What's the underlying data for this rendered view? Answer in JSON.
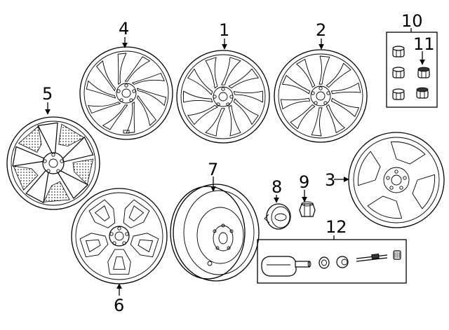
{
  "callouts": {
    "c1": "1",
    "c2": "2",
    "c3": "3",
    "c4": "4",
    "c5": "5",
    "c6": "6",
    "c7": "7",
    "c8": "8",
    "c9": "9",
    "c10": "10",
    "c11": "11",
    "c12": "12"
  },
  "parts": [
    {
      "number": "1",
      "icon": "alloy-wheel-split-spoke-icon"
    },
    {
      "number": "2",
      "icon": "alloy-wheel-multi-spoke-icon"
    },
    {
      "number": "3",
      "icon": "steel-wheel-icon"
    },
    {
      "number": "4",
      "icon": "alloy-wheel-twisted-spoke-icon"
    },
    {
      "number": "5",
      "icon": "alloy-wheel-five-blade-icon"
    },
    {
      "number": "6",
      "icon": "alloy-wheel-five-y-spoke-icon"
    },
    {
      "number": "7",
      "icon": "spare-wheel-icon"
    },
    {
      "number": "8",
      "icon": "center-cap-icon"
    },
    {
      "number": "9",
      "icon": "lug-nut-icon"
    },
    {
      "number": "10",
      "icon": "lug-nut-kit-icon"
    },
    {
      "number": "11",
      "icon": "locking-lug-nut-icon"
    },
    {
      "number": "12",
      "icon": "tpms-sensor-icon"
    }
  ]
}
